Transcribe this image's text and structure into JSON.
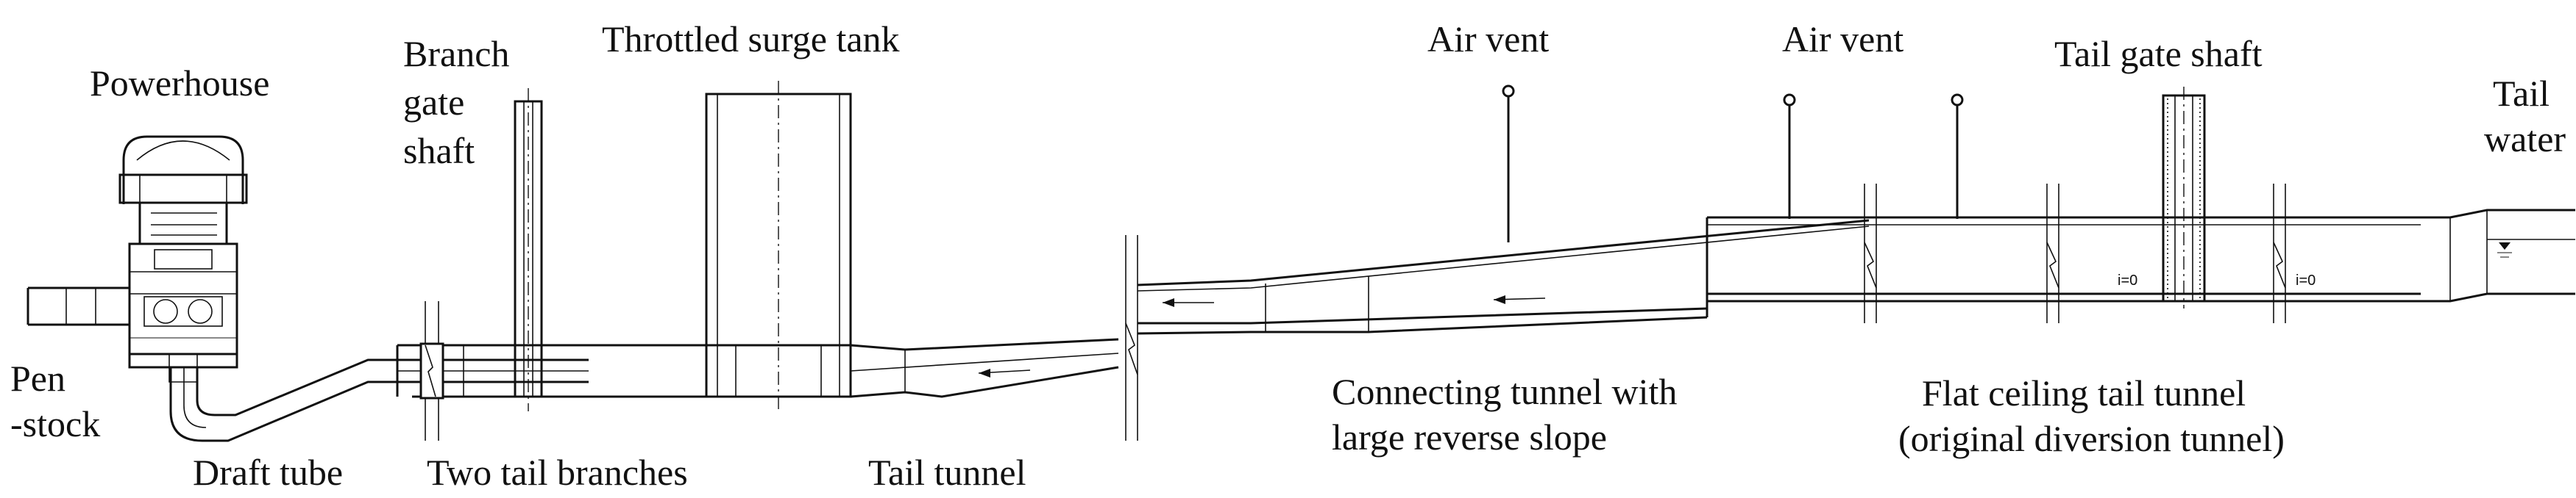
{
  "labels": {
    "powerhouse": "Powerhouse",
    "penstock_1": "Pen",
    "penstock_2": "-stock",
    "draft_tube": "Draft tube",
    "branch_gate_1": "Branch",
    "branch_gate_2": "gate",
    "branch_gate_3": "shaft",
    "two_tail_branches": "Two tail branches",
    "throttled_surge_tank": "Throttled surge tank",
    "tail_tunnel": "Tail tunnel",
    "air_vent_1": "Air vent",
    "air_vent_2": "Air vent",
    "connecting_tunnel_1": "Connecting tunnel with",
    "connecting_tunnel_2": "large reverse slope",
    "tail_gate_shaft": "Tail gate shaft",
    "flat_ceiling_1": "Flat ceiling tail tunnel",
    "flat_ceiling_2": "(original diversion tunnel)",
    "tail_water_1": "Tail",
    "tail_water_2": "water",
    "slope_1": "i=0",
    "slope_2": "i=0"
  }
}
